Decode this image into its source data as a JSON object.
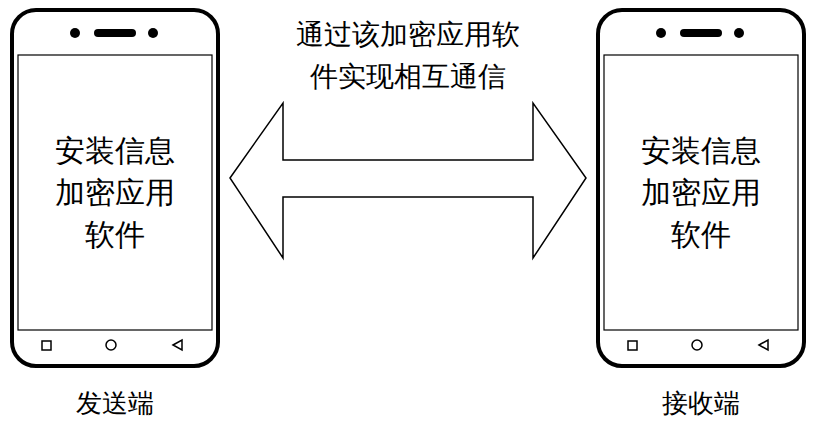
{
  "diagram": {
    "nodes": [
      {
        "text": [
          "安装信息加密应用软件",
          "发送端"
        ]
      },
      {
        "text": [
          "安装信息加密应用软件",
          "接收端"
        ]
      }
    ],
    "edges": [
      {
        "from": 0,
        "to": 1,
        "arrow": "both",
        "label": "通过该加密应用软件实现相互通信"
      }
    ]
  }
}
